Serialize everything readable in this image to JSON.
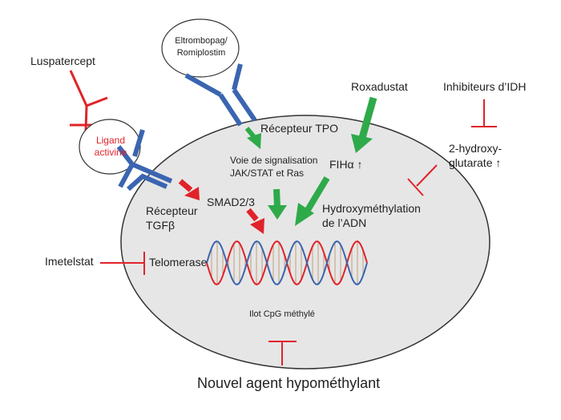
{
  "labels": {
    "luspatercept": "Luspatercept",
    "eltrombopag_line1": "Eltrombopag/",
    "eltrombopag_line2": "Romiplostim",
    "roxadustat": "Roxadustat",
    "idh_inhibitors": "Inhibiteurs d’IDH",
    "ligand_line1": "Ligand",
    "ligand_line2": "activine",
    "tpo_receptor": "Récepteur TPO",
    "pathway_line1": "Voie de signalisation",
    "pathway_line2": "JAK/STAT et Ras",
    "fih": "FIHα ↑",
    "hydroxyglutarate_line1": "2-hydroxy-",
    "hydroxyglutarate_line2": "glutarate ↑",
    "smad": "SMAD2/3",
    "tgfb_line1": "Récepteur",
    "tgfb_line2": "TGFβ",
    "hydroxymethylation_line1": "Hydroxyméthylation",
    "hydroxymethylation_line2": "de l’ADN",
    "imetelstat": "Imetelstat",
    "telomerase": "Telomerase",
    "cpg": "Ilot CpG méthylé",
    "new_agent": "Nouvel agent hypométhylant"
  },
  "colors": {
    "cell_fill": "#e6e6e6",
    "cell_stroke": "#333333",
    "receptor_blue": "#3a65b0",
    "inhibitor_red": "#e0232a",
    "activator_green": "#2eaa4a",
    "dna_red": "#e0232a",
    "dna_blue": "#3a65b0",
    "dna_rungs": "#c9a98a"
  }
}
